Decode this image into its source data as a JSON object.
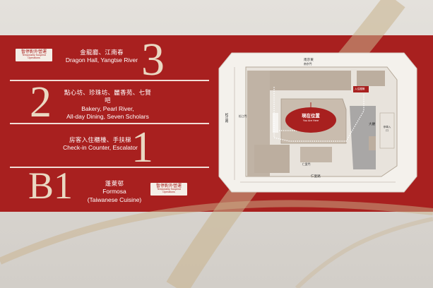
{
  "colors": {
    "wall": "#dcd8d3",
    "band": "#a8201f",
    "digit": "#ead8c2",
    "swoosh": "#c9b28c",
    "map_floor": "#b9aa9b",
    "map_bg": "#f1ede8"
  },
  "floors": [
    {
      "digit": "3",
      "lines": [
        "金龍廳、江南春",
        "Dragon Hall, Yangtse River"
      ]
    },
    {
      "digit": "2",
      "lines": [
        "點心坊、珍珠坊、麗香苑、七賢吧",
        "Bakery, Pearl River,",
        "All-day Dining, Seven Scholars"
      ]
    },
    {
      "digit": "1",
      "lines": [
        "房客入住櫃檯、手扶梯",
        "Check-in Counter, Escalator"
      ]
    },
    {
      "digit": "B1",
      "lines": [
        "蓬萊邨",
        "Formosa",
        "(Taiwanese Cuisine)"
      ]
    }
  ],
  "badges": [
    {
      "zh": "暫停對外營運",
      "en": "Temporarily Suspend Operations"
    },
    {
      "zh": "暫停對外營運",
      "en": "Temporarily Suspend Operations"
    }
  ],
  "map": {
    "you_are_here_zh": "現在位置",
    "you_are_here_en": "You Are Here",
    "labels": {
      "top_street": "南京東",
      "top_sub": "南京門",
      "left_street": "松江路",
      "left_gate": "松江門",
      "bottom_gate": "仁愛門",
      "bottom_street": "仁愛路",
      "right_hall": "大廳",
      "right_entrance": "停車入口",
      "red_tag": "入住櫃檯"
    }
  }
}
